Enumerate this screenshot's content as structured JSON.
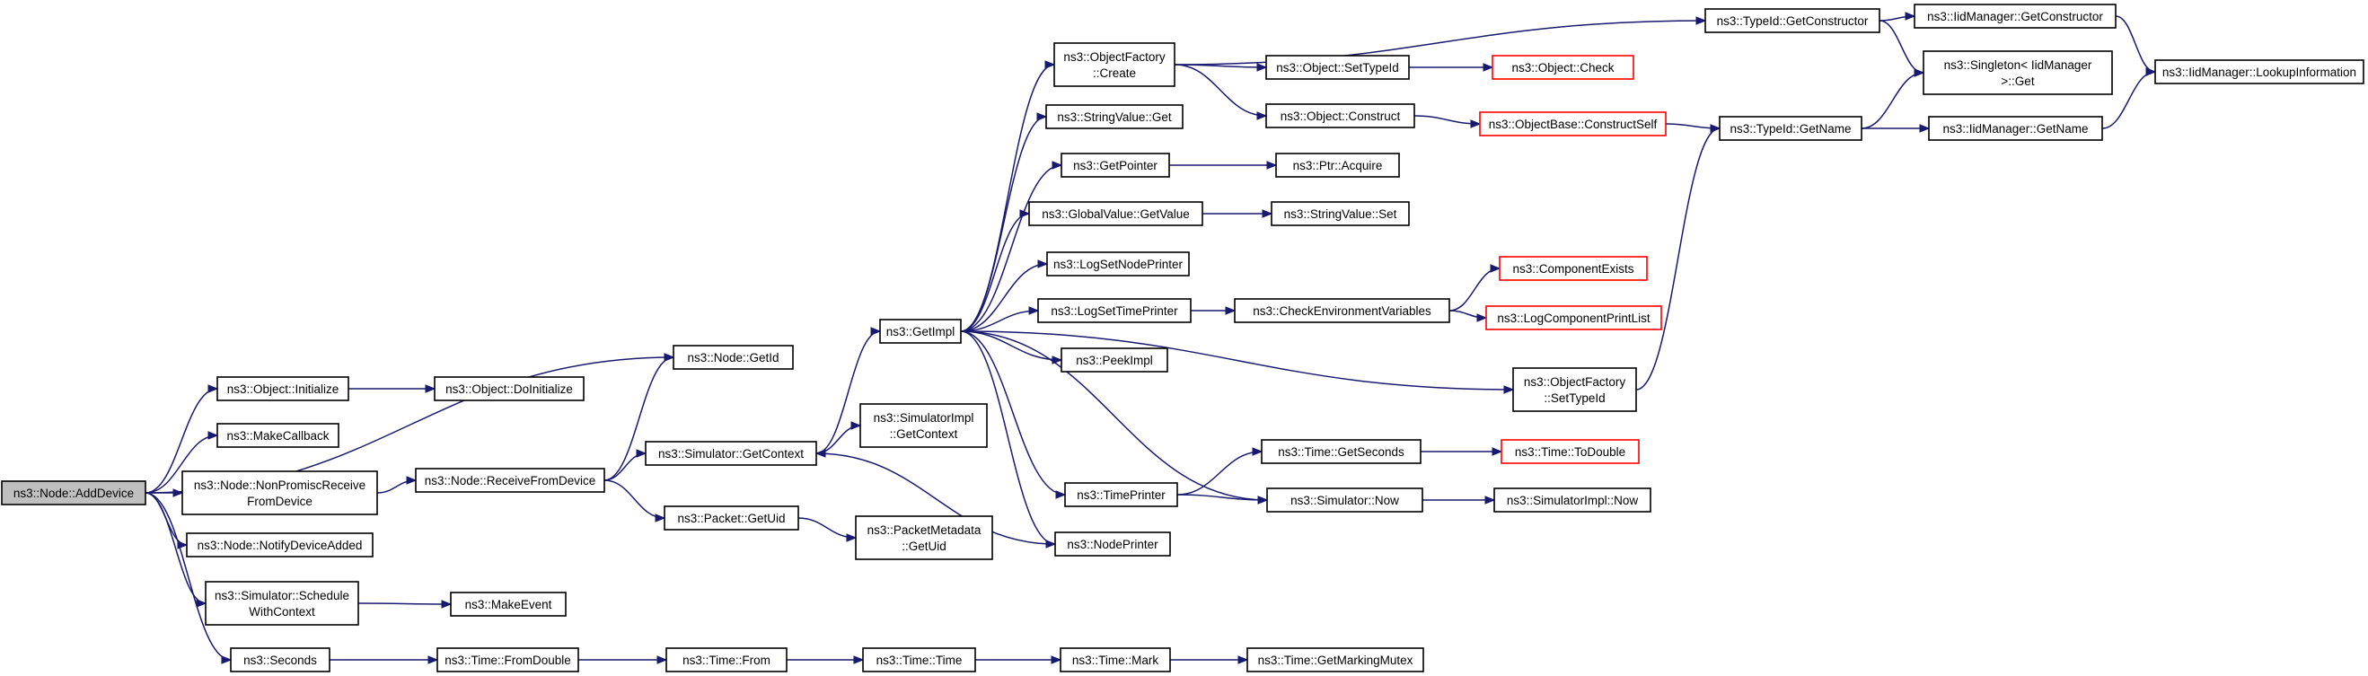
{
  "colors": {
    "edge": "#191970",
    "root_fill": "#bfbfbf",
    "node_border": "#000000",
    "truncated_border": "#ff0000"
  },
  "nodes": [
    {
      "id": "adddevice",
      "lines": [
        "ns3::Node::AddDevice"
      ],
      "style": "root"
    },
    {
      "id": "getid",
      "lines": [
        "ns3::Node::GetId"
      ]
    },
    {
      "id": "objinit",
      "lines": [
        "ns3::Object::Initialize"
      ]
    },
    {
      "id": "doinit",
      "lines": [
        "ns3::Object::DoInitialize"
      ]
    },
    {
      "id": "makecallback",
      "lines": [
        "ns3::MakeCallback"
      ]
    },
    {
      "id": "nonpromisc",
      "lines": [
        "ns3::Node::NonPromiscReceive",
        "FromDevice"
      ]
    },
    {
      "id": "receivefrom",
      "lines": [
        "ns3::Node::ReceiveFromDevice"
      ]
    },
    {
      "id": "notifyadded",
      "lines": [
        "ns3::Node::NotifyDeviceAdded"
      ]
    },
    {
      "id": "schedulectx",
      "lines": [
        "ns3::Simulator::Schedule",
        "WithContext"
      ]
    },
    {
      "id": "makeevent",
      "lines": [
        "ns3::MakeEvent"
      ]
    },
    {
      "id": "seconds",
      "lines": [
        "ns3::Seconds"
      ]
    },
    {
      "id": "fromdouble",
      "lines": [
        "ns3::Time::FromDouble"
      ]
    },
    {
      "id": "timefrom",
      "lines": [
        "ns3::Time::From"
      ]
    },
    {
      "id": "timetime",
      "lines": [
        "ns3::Time::Time"
      ]
    },
    {
      "id": "timemark",
      "lines": [
        "ns3::Time::Mark"
      ]
    },
    {
      "id": "getmutex",
      "lines": [
        "ns3::Time::GetMarkingMutex"
      ]
    },
    {
      "id": "simgetctx",
      "lines": [
        "ns3::Simulator::GetContext"
      ]
    },
    {
      "id": "pktuid",
      "lines": [
        "ns3::Packet::GetUid"
      ]
    },
    {
      "id": "pktmetauid",
      "lines": [
        "ns3::PacketMetadata",
        "::GetUid"
      ]
    },
    {
      "id": "simimplctx",
      "lines": [
        "ns3::SimulatorImpl",
        "::GetContext"
      ]
    },
    {
      "id": "getimpl",
      "lines": [
        "ns3::GetImpl"
      ]
    },
    {
      "id": "ofcreate",
      "lines": [
        "ns3::ObjectFactory",
        "::Create"
      ]
    },
    {
      "id": "strget",
      "lines": [
        "ns3::StringValue::Get"
      ]
    },
    {
      "id": "getpointer",
      "lines": [
        "ns3::GetPointer"
      ]
    },
    {
      "id": "gvgetvalue",
      "lines": [
        "ns3::GlobalValue::GetValue"
      ]
    },
    {
      "id": "lognodeprinter",
      "lines": [
        "ns3::LogSetNodePrinter"
      ]
    },
    {
      "id": "logtimeprinter",
      "lines": [
        "ns3::LogSetTimePrinter"
      ]
    },
    {
      "id": "peekimpl",
      "lines": [
        "ns3::PeekImpl"
      ]
    },
    {
      "id": "timeprinter",
      "lines": [
        "ns3::TimePrinter"
      ]
    },
    {
      "id": "nodeprinter",
      "lines": [
        "ns3::NodePrinter"
      ]
    },
    {
      "id": "objsettypeid",
      "lines": [
        "ns3::Object::SetTypeId"
      ]
    },
    {
      "id": "objcheck",
      "lines": [
        "ns3::Object::Check"
      ],
      "style": "red"
    },
    {
      "id": "objconstruct",
      "lines": [
        "ns3::Object::Construct"
      ]
    },
    {
      "id": "ptracquire",
      "lines": [
        "ns3::Ptr::Acquire"
      ]
    },
    {
      "id": "strset",
      "lines": [
        "ns3::StringValue::Set"
      ]
    },
    {
      "id": "checkenv",
      "lines": [
        "ns3::CheckEnvironmentVariables"
      ]
    },
    {
      "id": "compexists",
      "lines": [
        "ns3::ComponentExists"
      ],
      "style": "red"
    },
    {
      "id": "logcomplist",
      "lines": [
        "ns3::LogComponentPrintList"
      ],
      "style": "red"
    },
    {
      "id": "ofsettypeid",
      "lines": [
        "ns3::ObjectFactory",
        "::SetTypeId"
      ]
    },
    {
      "id": "getseconds",
      "lines": [
        "ns3::Time::GetSeconds"
      ]
    },
    {
      "id": "simnow",
      "lines": [
        "ns3::Simulator::Now"
      ]
    },
    {
      "id": "todouble",
      "lines": [
        "ns3::Time::ToDouble"
      ],
      "style": "red"
    },
    {
      "id": "simimplnow",
      "lines": [
        "ns3::SimulatorImpl::Now"
      ]
    },
    {
      "id": "constructself",
      "lines": [
        "ns3::ObjectBase::ConstructSelf"
      ],
      "style": "red"
    },
    {
      "id": "tidgetctor",
      "lines": [
        "ns3::TypeId::GetConstructor"
      ]
    },
    {
      "id": "tidgetname",
      "lines": [
        "ns3::TypeId::GetName"
      ]
    },
    {
      "id": "iidgetctor",
      "lines": [
        "ns3::IidManager::GetConstructor"
      ]
    },
    {
      "id": "singletonget",
      "lines": [
        "ns3::Singleton< IidManager",
        " >::Get"
      ]
    },
    {
      "id": "iidgetname",
      "lines": [
        "ns3::IidManager::GetName"
      ]
    },
    {
      "id": "iidlookup",
      "lines": [
        "ns3::IidManager::LookupInformation"
      ]
    }
  ]
}
